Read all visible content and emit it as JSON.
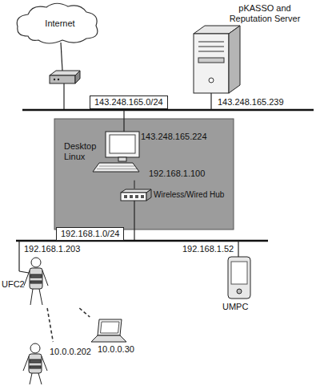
{
  "diagram": {
    "nodes": [
      {
        "text": [
          "Internet"
        ]
      },
      {
        "text": [
          "pKASSO and Reputation Server",
          "143.248.165.239"
        ]
      },
      {
        "text": [
          "143.248.165.0/24"
        ]
      },
      {
        "text": [
          "143.248.165.224",
          "Desktop Linux",
          "192.168.1.100"
        ]
      },
      {
        "text": [
          "Wireless/Wired Hub"
        ]
      },
      {
        "text": [
          "192.168.1.0/24"
        ]
      },
      {
        "text": [
          "192.168.1.203",
          "UFC2"
        ]
      },
      {
        "text": [
          "192.168.1.52",
          "UMPC"
        ]
      },
      {
        "text": [
          "10.0.0.202"
        ]
      },
      {
        "text": [
          "10.0.0.30"
        ]
      }
    ],
    "edges": [
      {
        "from": 3,
        "to": 4,
        "arrow": "none"
      },
      {
        "from": 6,
        "to": 9,
        "arrow": "none"
      },
      {
        "from": 6,
        "to": 8,
        "arrow": "none"
      }
    ]
  }
}
